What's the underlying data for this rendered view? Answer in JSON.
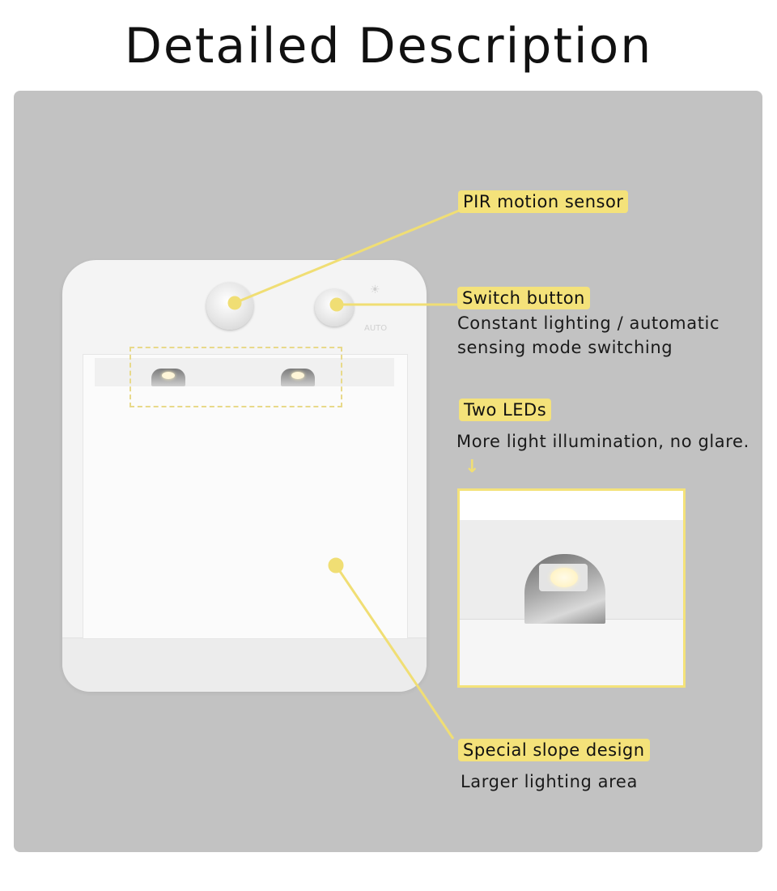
{
  "header": {
    "title": "Detailed Description"
  },
  "device": {
    "mode_label_top": "☀",
    "mode_label_bottom": "AUTO"
  },
  "callouts": {
    "pir": {
      "label": "PIR motion sensor"
    },
    "switch": {
      "label": "Switch button",
      "desc_line1": "Constant lighting / automatic",
      "desc_line2": "sensing mode switching"
    },
    "leds": {
      "label": "Two LEDs",
      "desc": "More light illumination, no glare.",
      "arrow": "↓"
    },
    "slope": {
      "label": "Special slope design",
      "desc": "Larger lighting area"
    }
  },
  "colors": {
    "accent": "#f4e27a",
    "panel": "#c2c2c2"
  }
}
